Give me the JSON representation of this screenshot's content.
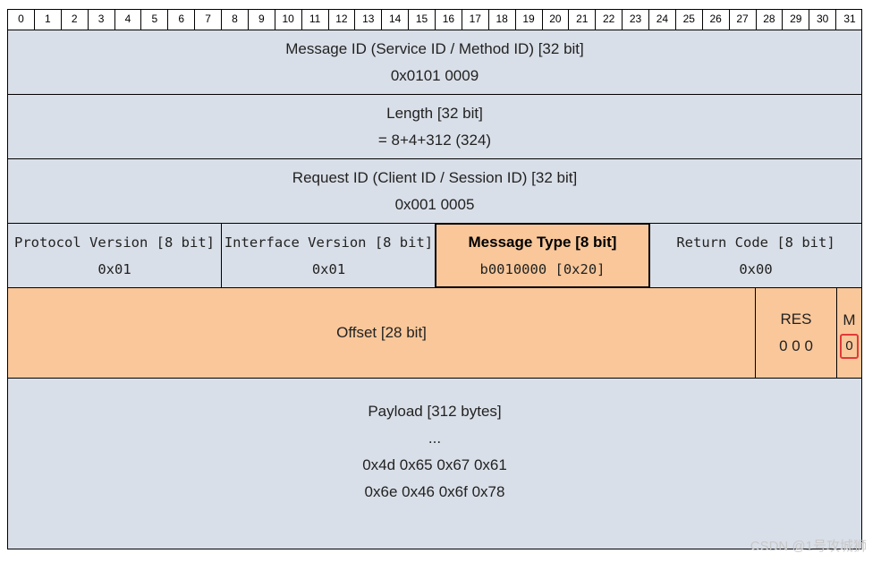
{
  "bit_numbers": [
    "0",
    "1",
    "2",
    "3",
    "4",
    "5",
    "6",
    "7",
    "8",
    "9",
    "10",
    "11",
    "12",
    "13",
    "14",
    "15",
    "16",
    "17",
    "18",
    "19",
    "20",
    "21",
    "22",
    "23",
    "24",
    "25",
    "26",
    "27",
    "28",
    "29",
    "30",
    "31"
  ],
  "message_id": {
    "label": "Message ID (Service ID / Method ID) [32 bit]",
    "value": "0x0101 0009"
  },
  "length": {
    "label": "Length [32 bit]",
    "value": "= 8+4+312 (324)"
  },
  "request_id": {
    "label": "Request ID (Client ID / Session ID) [32 bit]",
    "value": "0x001 0005"
  },
  "protocol_version": {
    "label": "Protocol Version [8 bit]",
    "value": "0x01"
  },
  "interface_version": {
    "label": "Interface Version [8 bit]",
    "value": "0x01"
  },
  "message_type": {
    "label": "Message Type [8 bit]",
    "value": "b0010000 [0x20]"
  },
  "return_code": {
    "label": "Return Code [8 bit]",
    "value": "0x00"
  },
  "offset": {
    "label": "Offset [28 bit]"
  },
  "res": {
    "label": "RES",
    "value": "0 0 0"
  },
  "m_flag": {
    "label": "M",
    "value": "0"
  },
  "payload": {
    "label": "Payload [312 bytes]",
    "ellipsis": "...",
    "line1": "0x4d 0x65 0x67 0x61",
    "line2": "0x6e 0x46 0x6f 0x78"
  },
  "watermark": "CSDN @1号攻城狮",
  "colors": {
    "header_bg": "#d9dfe8",
    "highlight_bg": "#f9c79a",
    "m_box_border": "#e03a3a"
  }
}
